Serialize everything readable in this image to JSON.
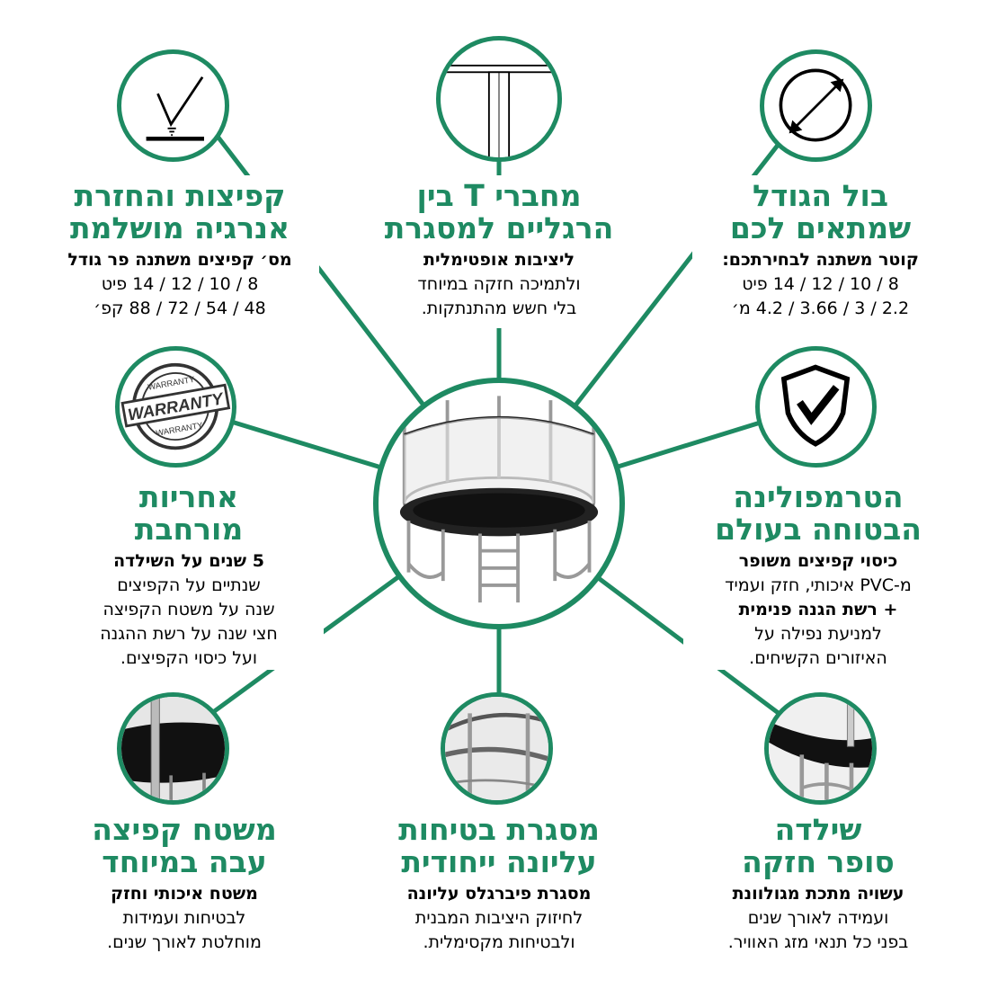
{
  "colors": {
    "accent": "#1e8a62"
  },
  "features": {
    "bounce": {
      "icon": "checkmark-ground-icon",
      "title": [
        "קפיצות והחזרת",
        "אנרגיה מושלמת"
      ],
      "lines": [
        "מס׳ קפיצים משתנה פר גודל",
        "8 / 10 / 12 / 14 פיט",
        "48 / 54 / 72 / 88 קפ׳"
      ]
    },
    "tconnector": {
      "icon": "t-connector-icon",
      "title": [
        "מחברי T בין",
        "הרגליים למסגרת"
      ],
      "lines": [
        "ליציבות אופטימלית",
        "ולתמיכה חזקה במיוחד",
        "בלי חשש מהתנתקות."
      ]
    },
    "size": {
      "icon": "diameter-arrow-icon",
      "title": [
        "בול הגודל",
        "שמתאים לכם"
      ],
      "lines": [
        "קוטר משתנה לבחירתכם:",
        "8 / 10 /   12  /  14 פיט",
        "2.2 / 3  / 3.66 / 4.2 מ׳"
      ]
    },
    "warranty": {
      "icon": "warranty-stamp-icon",
      "stamp_text": [
        "WARRANTY",
        "WARRANTY",
        "WARRANTY"
      ],
      "title": [
        "אחריות",
        "מורחבת"
      ],
      "lines": [
        "5 שנים על השילדה",
        "שנתיים על הקפיצים",
        "שנה על משטח הקפיצה",
        "חצי שנה על רשת ההגנה",
        "ועל כיסוי הקפיצים."
      ]
    },
    "safety": {
      "icon": "shield-check-icon",
      "title": [
        "הטרמפולינה",
        "הבטוחה בעולם"
      ],
      "lines": [
        "כיסוי קפיצים משופר",
        "מ-PVC איכותי, חזק ועמיד",
        "+ רשת הגנה פנימית",
        "למניעת נפילה על",
        "האיזורים הקשיחים."
      ]
    },
    "mat": {
      "icon": "jump-mat-icon",
      "title": [
        "משטח קפיצה",
        "עבה במיוחד"
      ],
      "lines": [
        "משטח איכותי וחזק",
        "לבטיחות ועמידות",
        "מוחלטת לאורך שנים."
      ]
    },
    "frame": {
      "icon": "fiberglass-frame-icon",
      "title": [
        "מסגרת בטיחות",
        "עליונה ייחודית"
      ],
      "lines": [
        "מסגרת פיברגלס עליונה",
        "לחיזוק היציבות המבנית",
        "ולבטיחות מקסימלית."
      ]
    },
    "chassis": {
      "icon": "steel-frame-icon",
      "title": [
        "שילדה",
        "סופר חזקה"
      ],
      "lines": [
        "עשויה מתכת מגולוונת",
        "ועמידה לאורך שנים",
        "בפני כל תנאי מזג האוויר."
      ]
    }
  }
}
